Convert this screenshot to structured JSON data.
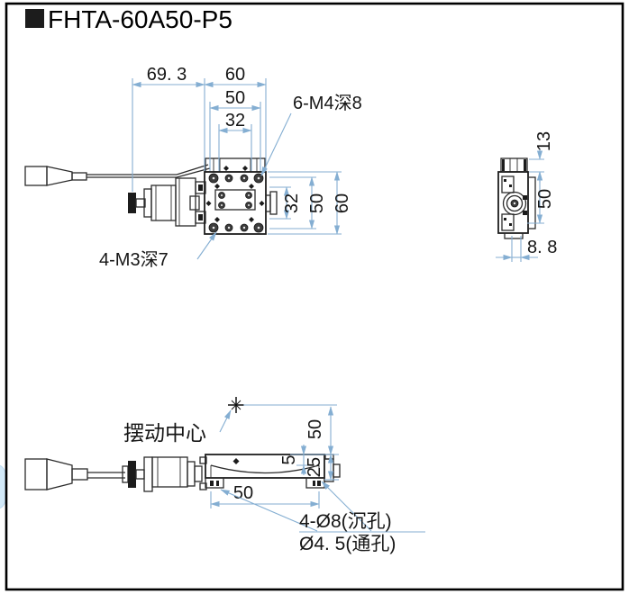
{
  "title": {
    "marker": "■",
    "text": "FHTA-60A50-P5"
  },
  "colors": {
    "background": "#ffffff",
    "border": "#000000",
    "part_line": "#2b2b2b",
    "dimension_line": "#84aed2",
    "text": "#161616",
    "accent_blob": "#d2e9f8"
  },
  "top_view": {
    "dim_overall_left": "69. 3",
    "dim_width_60": "60",
    "dim_width_50": "50",
    "dim_width_32": "32",
    "dim_height_32": "32",
    "dim_height_50": "50",
    "dim_height_60": "60",
    "label_m4": "6-M4深8",
    "label_m3": "4-M3深7"
  },
  "side_view": {
    "dim_13": "13",
    "dim_50": "50",
    "dim_8_8": "8. 8"
  },
  "bottom_view": {
    "label_swing_center": "摆动中心",
    "dim_height_50": "50",
    "dim_5": "5",
    "dim_25": "25",
    "dim_width_50": "50",
    "label_counterbore": "4-Ø8(沉孔)",
    "label_through": "Ø4. 5(通孔)"
  }
}
